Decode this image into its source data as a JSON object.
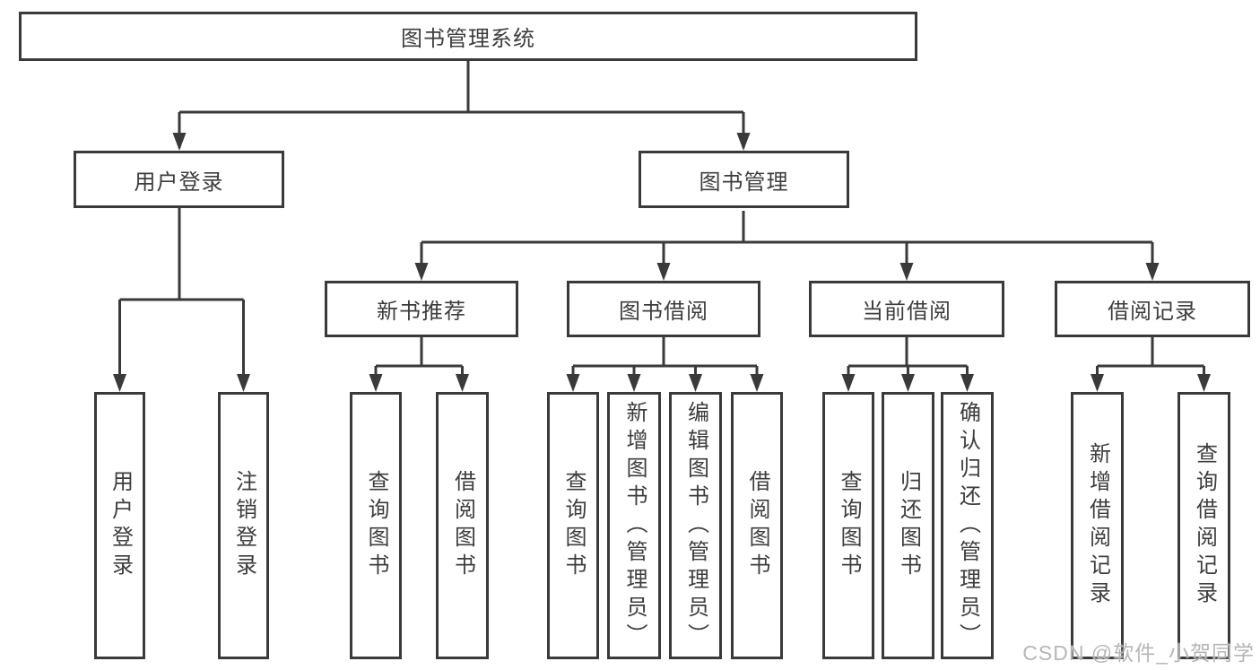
{
  "tree": {
    "root": {
      "label": "图书管理系统"
    },
    "branches": [
      {
        "label": "用户登录",
        "leaves": [
          {
            "label": "用户登录"
          },
          {
            "label": "注销登录"
          }
        ]
      },
      {
        "label": "图书管理",
        "children": [
          {
            "label": "新书推荐",
            "leaves": [
              {
                "label": "查询图书"
              },
              {
                "label": "借阅图书"
              }
            ]
          },
          {
            "label": "图书借阅",
            "leaves": [
              {
                "label": "查询图书"
              },
              {
                "label": "新增图书（管理员）"
              },
              {
                "label": "编辑图书（管理员）"
              },
              {
                "label": "借阅图书"
              }
            ]
          },
          {
            "label": "当前借阅",
            "leaves": [
              {
                "label": "查询图书"
              },
              {
                "label": "归还图书"
              },
              {
                "label": "确认归还（管理员）"
              }
            ]
          },
          {
            "label": "借阅记录",
            "leaves": [
              {
                "label": "新增借阅记录"
              },
              {
                "label": "查询借阅记录"
              }
            ]
          }
        ]
      }
    ]
  },
  "watermark": "CSDN @软件_小贺同学",
  "colors": {
    "line": "#3a3a3a",
    "box_border": "#3a3a3a",
    "box_fill": "#ffffff",
    "text": "#3d3d3d",
    "watermark": "#b2b2b2"
  }
}
